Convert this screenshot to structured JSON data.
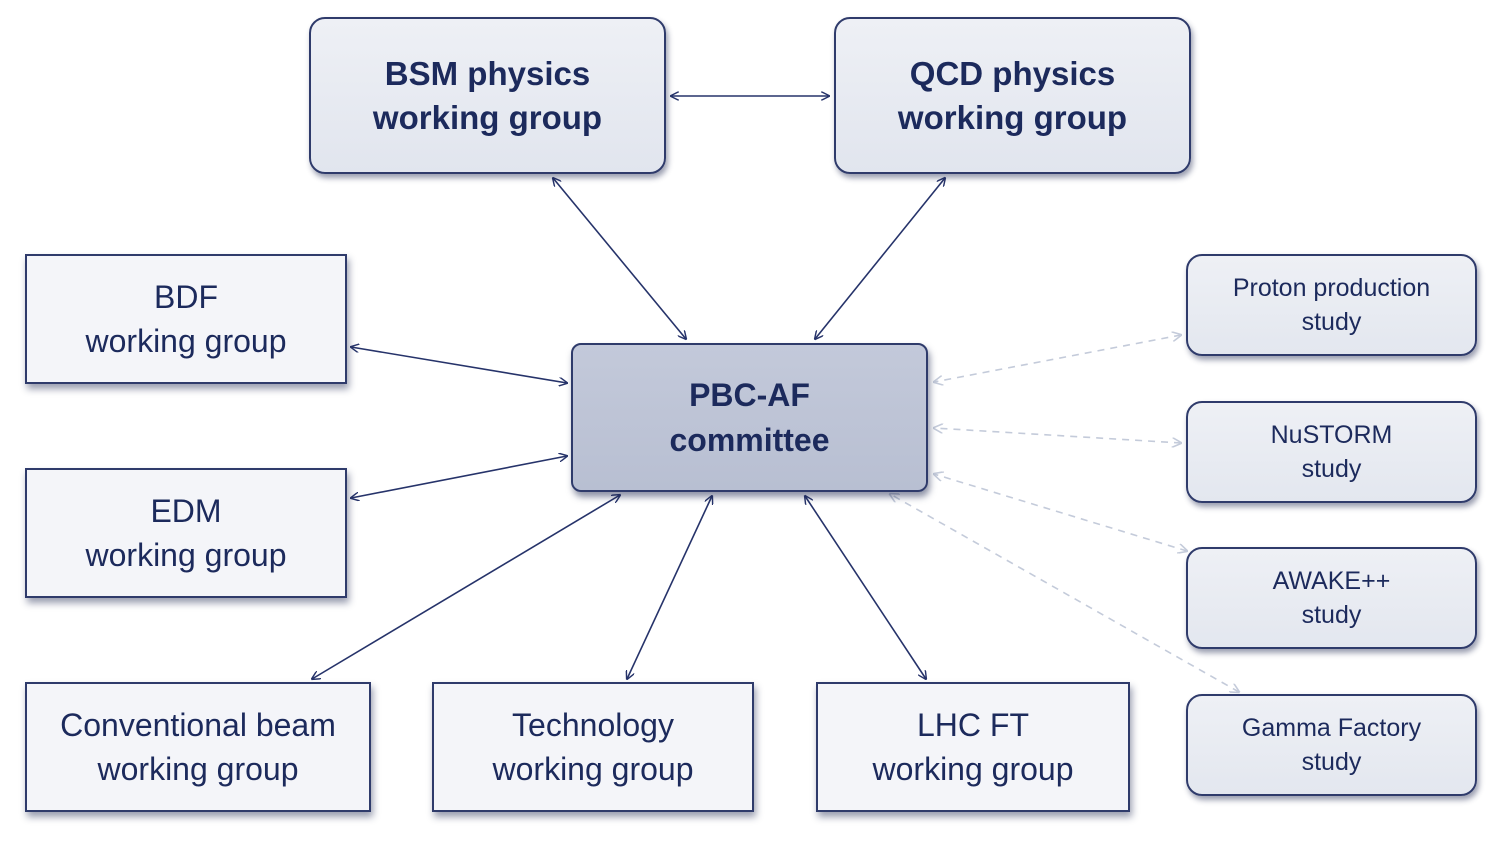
{
  "diagram": {
    "colors": {
      "border": "#2f3b6b",
      "text": "#1c2a5c",
      "solid_arrow": "#26336a",
      "dashed_arrow": "#c4cbda",
      "central_fill": "#bcc3d5",
      "box_fill": "#e6e9f0"
    },
    "nodes": {
      "bsm": {
        "line1": "BSM physics",
        "line2": "working group"
      },
      "qcd": {
        "line1": "QCD physics",
        "line2": "working group"
      },
      "pbc": {
        "line1": "PBC-AF",
        "line2": "committee"
      },
      "bdf": {
        "line1": "BDF",
        "line2": "working group"
      },
      "edm": {
        "line1": "EDM",
        "line2": "working group"
      },
      "conv": {
        "line1": "Conventional beam",
        "line2": "working group"
      },
      "tech": {
        "line1": "Technology",
        "line2": "working group"
      },
      "lhcft": {
        "line1": "LHC FT",
        "line2": "working group"
      },
      "proton": {
        "line1": "Proton production",
        "line2": "study"
      },
      "nustorm": {
        "line1": "NuSTORM",
        "line2": "study"
      },
      "awake": {
        "line1": "AWAKE++",
        "line2": "study"
      },
      "gamma": {
        "line1": "Gamma Factory",
        "line2": "study"
      }
    },
    "edges": [
      {
        "from": "bsm",
        "to": "qcd",
        "style": "solid",
        "direction": "both"
      },
      {
        "from": "bsm",
        "to": "pbc",
        "style": "solid",
        "direction": "both"
      },
      {
        "from": "qcd",
        "to": "pbc",
        "style": "solid",
        "direction": "both"
      },
      {
        "from": "bdf",
        "to": "pbc",
        "style": "solid",
        "direction": "both"
      },
      {
        "from": "edm",
        "to": "pbc",
        "style": "solid",
        "direction": "both"
      },
      {
        "from": "conv",
        "to": "pbc",
        "style": "solid",
        "direction": "both"
      },
      {
        "from": "tech",
        "to": "pbc",
        "style": "solid",
        "direction": "both"
      },
      {
        "from": "lhcft",
        "to": "pbc",
        "style": "solid",
        "direction": "both"
      },
      {
        "from": "proton",
        "to": "pbc",
        "style": "dashed",
        "direction": "both"
      },
      {
        "from": "nustorm",
        "to": "pbc",
        "style": "dashed",
        "direction": "both"
      },
      {
        "from": "awake",
        "to": "pbc",
        "style": "dashed",
        "direction": "both"
      },
      {
        "from": "gamma",
        "to": "pbc",
        "style": "dashed",
        "direction": "both"
      }
    ]
  }
}
